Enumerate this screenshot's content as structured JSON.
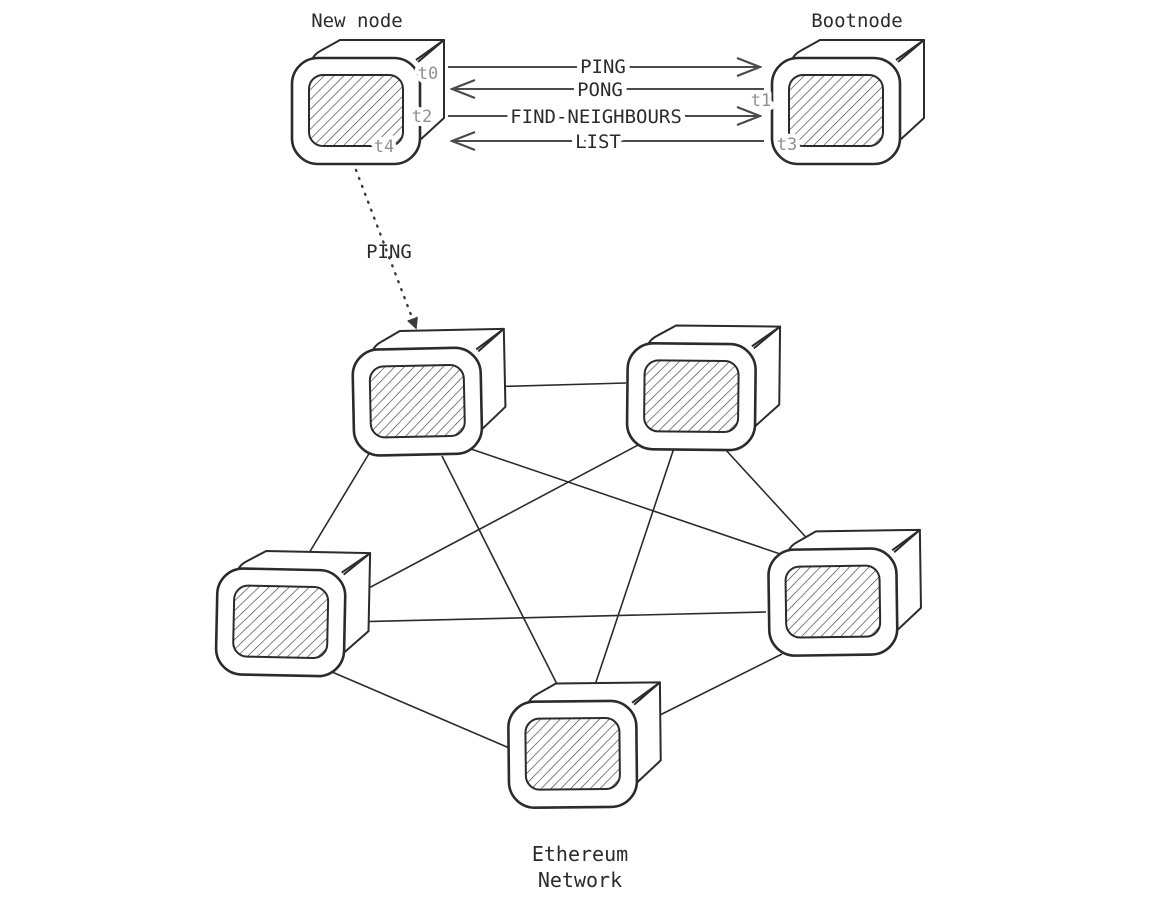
{
  "labels": {
    "new_node": "New node",
    "bootnode": "Bootnode",
    "dotted_ping": "PING",
    "network_line1": "Ethereum",
    "network_line2": "Network"
  },
  "messages": [
    {
      "label": "PING",
      "from": "New node",
      "to": "Bootnode",
      "timestamp_mark": "t0"
    },
    {
      "label": "PONG",
      "from": "Bootnode",
      "to": "New node",
      "timestamp_mark": "t1"
    },
    {
      "label": "FIND-NEIGHBOURS",
      "from": "New node",
      "to": "Bootnode",
      "timestamp_mark": "t2"
    },
    {
      "label": "LIST",
      "from": "Bootnode",
      "to": "New node",
      "timestamp_mark": "t3"
    }
  ],
  "timestamps": {
    "t0": "t0",
    "t1": "t1",
    "t2": "t2",
    "t3": "t3",
    "t4": "t4"
  },
  "network": {
    "name": "Ethereum Network",
    "node_count": 5,
    "topology": "full-mesh",
    "dotted_message_to_network": "PING"
  },
  "colors": {
    "ink": "#2b2b2b",
    "muted": "#8f8f8f",
    "bg": "#ffffff"
  }
}
